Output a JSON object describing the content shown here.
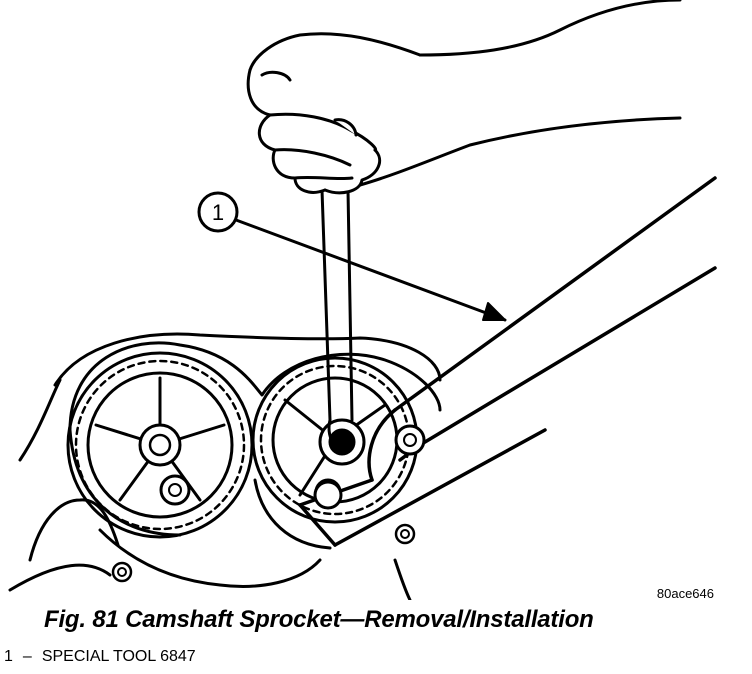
{
  "figure": {
    "callout_number": "1",
    "image_code": "80ace646",
    "caption": "Fig. 81 Camshaft Sprocket—Removal/Installation",
    "legend": [
      {
        "number": "1",
        "separator": "–",
        "label": "SPECIAL TOOL 6847"
      }
    ]
  }
}
